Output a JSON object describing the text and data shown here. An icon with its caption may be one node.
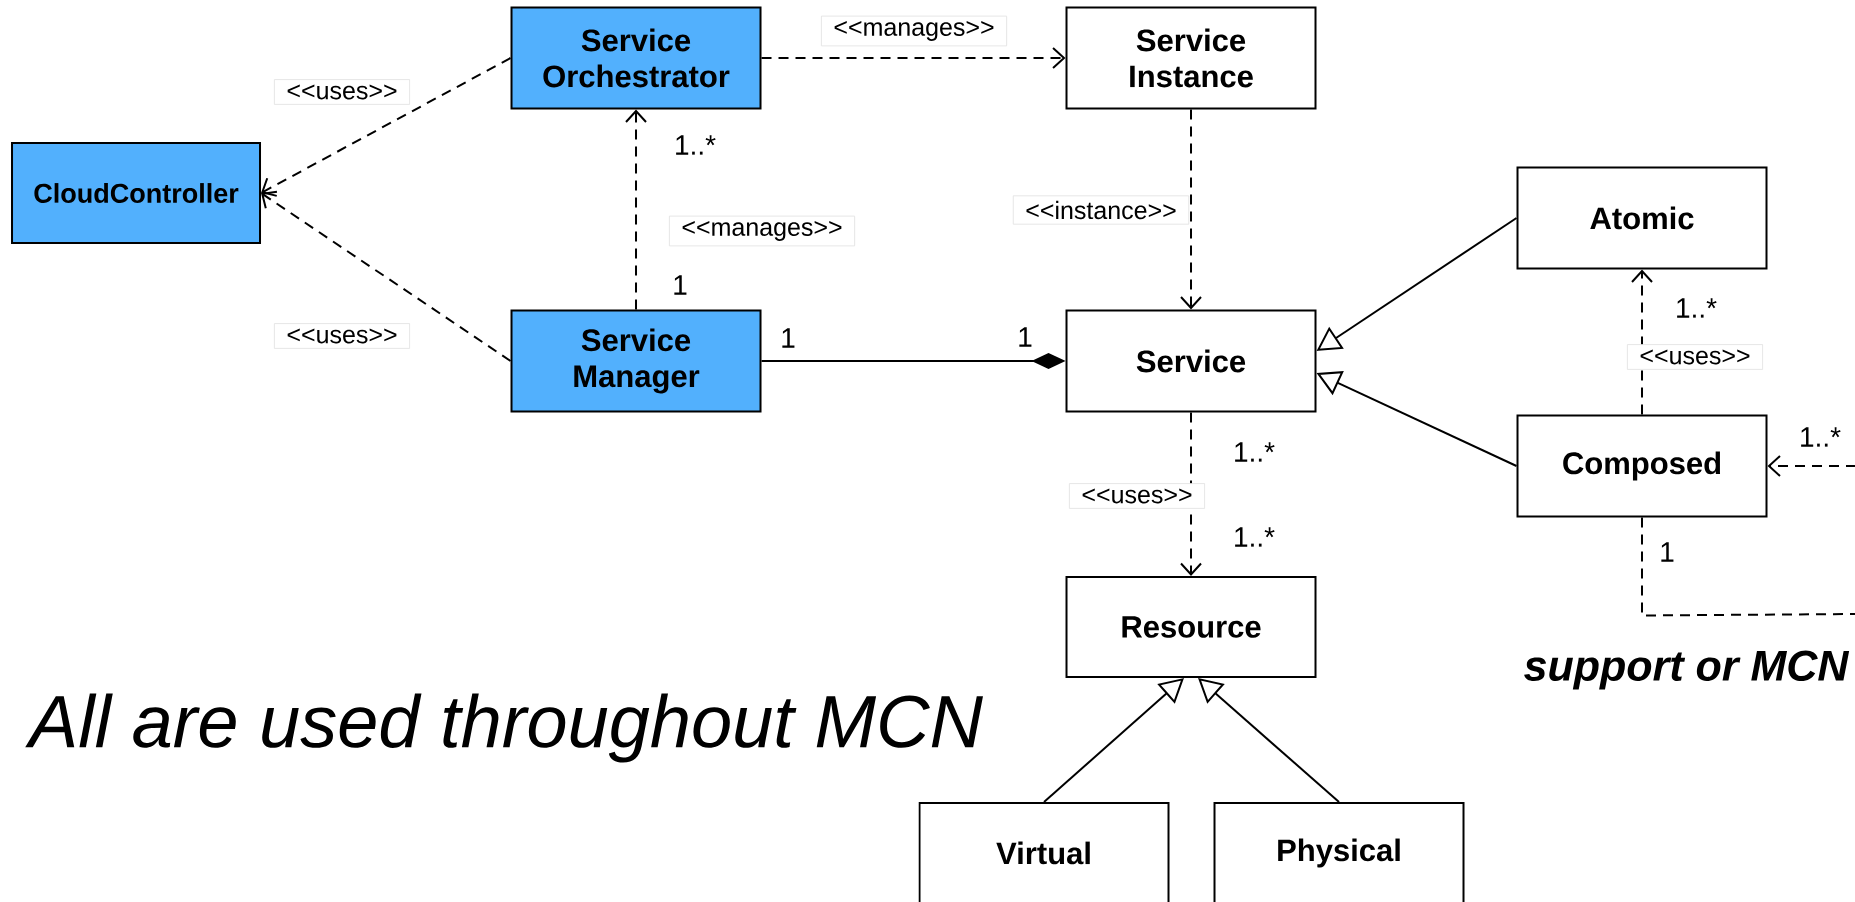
{
  "diagram": {
    "nodes": [
      {
        "text": [
          "CloudController"
        ]
      },
      {
        "text": [
          "Service Orchestrator"
        ]
      },
      {
        "text": [
          "Service Manager"
        ]
      },
      {
        "text": [
          "Service Instance"
        ]
      },
      {
        "text": [
          "Service"
        ]
      },
      {
        "text": [
          "Atomic"
        ]
      },
      {
        "text": [
          "Composed"
        ]
      },
      {
        "text": [
          "Resource"
        ]
      },
      {
        "text": [
          "Virtual"
        ]
      },
      {
        "text": [
          "Physical"
        ]
      }
    ],
    "edges": [
      {
        "from": 1,
        "to": 0,
        "arrow": "to",
        "style": "dashed",
        "label": "<<uses>>"
      },
      {
        "from": 2,
        "to": 0,
        "arrow": "to",
        "style": "dashed",
        "label": "<<uses>>"
      },
      {
        "from": 2,
        "to": 1,
        "arrow": "to",
        "style": "dashed",
        "label": "<<manages>>"
      },
      {
        "from": 1,
        "to": 3,
        "arrow": "to",
        "style": "dashed",
        "label": "<<manages>>"
      },
      {
        "from": 3,
        "to": 4,
        "arrow": "to",
        "style": "dashed",
        "label": "<<instance>>"
      },
      {
        "from": 2,
        "to": 4,
        "arrow": "other"
      },
      {
        "from": 5,
        "to": 4,
        "arrow": "to"
      },
      {
        "from": 6,
        "to": 4,
        "arrow": "to"
      },
      {
        "from": 4,
        "to": 7,
        "arrow": "to",
        "style": "dashed",
        "label": "<<uses>>"
      },
      {
        "from": 6,
        "to": 5,
        "arrow": "to",
        "style": "dashed",
        "label": "<<uses>>"
      },
      {
        "from": 8,
        "to": 7,
        "arrow": "to"
      },
      {
        "from": 9,
        "to": 7,
        "arrow": "to"
      },
      {
        "from": null,
        "to": 6,
        "arrow": "to",
        "style": "dashed"
      },
      {
        "from": 6,
        "to": null,
        "arrow": "none",
        "style": "dashed"
      }
    ],
    "labels": [
      "1..*",
      "1",
      "1..*",
      "1",
      "1",
      "1..*",
      "1..*",
      "1..*",
      "1",
      "support or MCN",
      "All are used throughout MCN"
    ]
  }
}
